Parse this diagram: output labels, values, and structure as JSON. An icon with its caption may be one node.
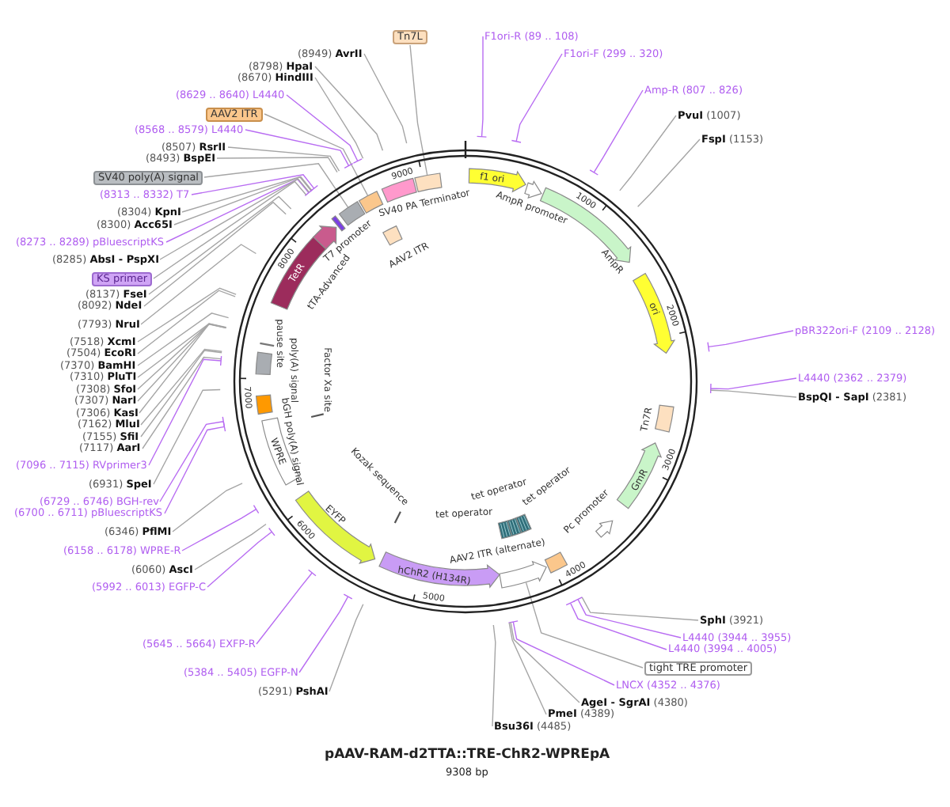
{
  "diagram": {
    "title": "pAAV-RAM-d2TTA::TRE-ChR2-WPREpA",
    "caption": "9308 bp",
    "nodes": [
      {
        "text": [
          "Tn7L"
        ]
      },
      {
        "text": [
          "(8949) **AvrII**"
        ]
      },
      {
        "text": [
          "(8798) **HpaI**"
        ]
      },
      {
        "text": [
          "(8670) **HindIII**"
        ]
      },
      {
        "text": [
          "(8629 .. 8640) L4440"
        ]
      },
      {
        "text": [
          "AAV2 ITR"
        ]
      },
      {
        "text": [
          "(8568 .. 8579) L4440"
        ]
      },
      {
        "text": [
          "(8507) **RsrII**"
        ]
      },
      {
        "text": [
          "(8493) **BspEI**"
        ]
      },
      {
        "text": [
          "SV40 poly(A) signal"
        ]
      },
      {
        "text": [
          "(8313 .. 8332) T7"
        ]
      },
      {
        "text": [
          "(8304) **KpnI**"
        ]
      },
      {
        "text": [
          "(8300) **Acc65I**"
        ]
      },
      {
        "text": [
          "(8273 .. 8289) pBluescriptKS"
        ]
      },
      {
        "text": [
          "(8285) **AbsI - PspXI**"
        ]
      },
      {
        "text": [
          "KS primer"
        ]
      },
      {
        "text": [
          "(8137) **FseI**"
        ]
      },
      {
        "text": [
          "(8092) **NdeI**"
        ]
      },
      {
        "text": [
          "(7793) **NruI**"
        ]
      },
      {
        "text": [
          "(7518) **XcmI**"
        ]
      },
      {
        "text": [
          "(7504) **EcoRI**"
        ]
      },
      {
        "text": [
          "(7370) **BamHI**"
        ]
      },
      {
        "text": [
          "(7310) **PluTI**"
        ]
      },
      {
        "text": [
          "(7308) **SfoI**"
        ]
      },
      {
        "text": [
          "(7307) **NarI**"
        ]
      },
      {
        "text": [
          "(7306) **KasI**"
        ]
      },
      {
        "text": [
          "(7162) **MluI**"
        ]
      },
      {
        "text": [
          "(7155) **SfiI**"
        ]
      },
      {
        "text": [
          "(7117) **AarI**"
        ]
      },
      {
        "text": [
          "(7096 .. 7115) RVprimer3"
        ]
      },
      {
        "text": [
          "(6931) **SpeI**"
        ]
      },
      {
        "text": [
          "(6729 .. 6746) BGH-rev"
        ]
      },
      {
        "text": [
          "(6700 .. 6711) pBluescriptKS"
        ]
      },
      {
        "text": [
          "(6346) **PflMI**"
        ]
      },
      {
        "text": [
          "(6158 .. 6178) WPRE-R"
        ]
      },
      {
        "text": [
          "(6060) **AscI**"
        ]
      },
      {
        "text": [
          "(5992 .. 6013) EGFP-C"
        ]
      },
      {
        "text": [
          "(5645 .. 5664) EXFP-R"
        ]
      },
      {
        "text": [
          "(5384 .. 5405) EGFP-N"
        ]
      },
      {
        "text": [
          "(5291) **PshAI**"
        ]
      },
      {
        "text": [
          "F1ori-R (89 .. 108)"
        ]
      },
      {
        "text": [
          "F1ori-F (299 .. 320)"
        ]
      },
      {
        "text": [
          "Amp-R (807 .. 826)"
        ]
      },
      {
        "text": [
          "**PvuI** (1007)"
        ]
      },
      {
        "text": [
          "**FspI** (1153)"
        ]
      },
      {
        "text": [
          "pBR322ori-F (2109 .. 2128)"
        ]
      },
      {
        "text": [
          "L4440 (2362 .. 2379)"
        ]
      },
      {
        "text": [
          "**BspQI - SapI** (2381)"
        ]
      },
      {
        "text": [
          "**SphI** (3921)"
        ]
      },
      {
        "text": [
          "L4440 (3944 .. 3955)"
        ]
      },
      {
        "text": [
          "L4440 (3994 .. 4005)"
        ]
      },
      {
        "text": [
          "tight TRE promoter"
        ]
      },
      {
        "text": [
          "LNCX (4352 .. 4376)"
        ]
      },
      {
        "text": [
          "**AgeI - SgrAI** (4380)"
        ]
      },
      {
        "text": [
          "**PmeI** (4389)"
        ]
      },
      {
        "text": [
          "**Bsu36I** (4485)"
        ]
      },
      {
        "text": [
          "f1 ori"
        ]
      },
      {
        "text": [
          "AmpR promoter"
        ]
      },
      {
        "text": [
          "AmpR"
        ]
      },
      {
        "text": [
          "ori"
        ]
      },
      {
        "text": [
          "Tn7R"
        ]
      },
      {
        "text": [
          "GmR"
        ]
      },
      {
        "text": [
          "Pc promoter"
        ]
      },
      {
        "text": [
          "AAV2 ITR (alternate)"
        ]
      },
      {
        "text": [],
        "shape": "arrow"
      },
      {
        "text": [
          "tet operator"
        ]
      },
      {
        "text": [
          "tet operator"
        ]
      },
      {
        "text": [
          "tet operator"
        ]
      },
      {
        "text": [
          "hChR2 (H134R)"
        ]
      },
      {
        "text": [
          "Kozak sequence"
        ]
      },
      {
        "text": [
          "EYFP"
        ]
      },
      {
        "text": [
          "WPRE"
        ]
      },
      {
        "text": [
          "bGH poly(A) signal"
        ]
      },
      {
        "text": [
          "Factor Xa site"
        ]
      },
      {
        "text": [
          "poly(A) signal"
        ]
      },
      {
        "text": [
          "pause site"
        ]
      },
      {
        "text": [
          "TetR"
        ]
      },
      {
        "text": [
          "tTA-Advanced"
        ]
      },
      {
        "text": [
          "T7 promoter"
        ]
      },
      {
        "text": [],
        "shape": "box"
      },
      {
        "text": [],
        "shape": "box"
      },
      {
        "text": [
          "AAV2 ITR"
        ]
      },
      {
        "text": [
          "SV40 PA Terminator"
        ]
      },
      {
        "text": [],
        "shape": "box"
      }
    ],
    "edges": [
      {
        "from": 0,
        "to": 83,
        "arrow": "none"
      },
      {
        "from": 1,
        "to": null,
        "arrow": "none"
      },
      {
        "from": 2,
        "to": null,
        "arrow": "none"
      },
      {
        "from": 3,
        "to": null,
        "arrow": "none"
      },
      {
        "from": 4,
        "to": null,
        "arrow": "none",
        "color": "#b86cf2"
      },
      {
        "from": 5,
        "to": 80,
        "arrow": "none"
      },
      {
        "from": 6,
        "to": null,
        "arrow": "none",
        "color": "#b86cf2"
      },
      {
        "from": 7,
        "to": null,
        "arrow": "none"
      },
      {
        "from": 8,
        "to": null,
        "arrow": "none"
      },
      {
        "from": 9,
        "to": 79,
        "arrow": "none"
      },
      {
        "from": 10,
        "to": null,
        "arrow": "none",
        "color": "#b86cf2"
      },
      {
        "from": 11,
        "to": null,
        "arrow": "none"
      },
      {
        "from": 12,
        "to": null,
        "arrow": "none"
      },
      {
        "from": 13,
        "to": null,
        "arrow": "none",
        "color": "#b86cf2"
      },
      {
        "from": 14,
        "to": null,
        "arrow": "none"
      },
      {
        "from": 15,
        "to": null,
        "arrow": "none"
      },
      {
        "from": 16,
        "to": null,
        "arrow": "none"
      },
      {
        "from": 17,
        "to": null,
        "arrow": "none"
      },
      {
        "from": 18,
        "to": null,
        "arrow": "none"
      },
      {
        "from": 19,
        "to": null,
        "arrow": "none"
      },
      {
        "from": 20,
        "to": null,
        "arrow": "none"
      },
      {
        "from": 21,
        "to": null,
        "arrow": "none"
      },
      {
        "from": 22,
        "to": null,
        "arrow": "none"
      },
      {
        "from": 23,
        "to": null,
        "arrow": "none"
      },
      {
        "from": 24,
        "to": null,
        "arrow": "none"
      },
      {
        "from": 25,
        "to": null,
        "arrow": "none"
      },
      {
        "from": 26,
        "to": null,
        "arrow": "none"
      },
      {
        "from": 27,
        "to": null,
        "arrow": "none"
      },
      {
        "from": 28,
        "to": null,
        "arrow": "none"
      },
      {
        "from": 29,
        "to": null,
        "arrow": "none",
        "color": "#b86cf2"
      },
      {
        "from": 30,
        "to": null,
        "arrow": "none"
      },
      {
        "from": 31,
        "to": null,
        "arrow": "none",
        "color": "#b86cf2"
      },
      {
        "from": 32,
        "to": null,
        "arrow": "none",
        "color": "#b86cf2"
      },
      {
        "from": 33,
        "to": null,
        "arrow": "none"
      },
      {
        "from": 34,
        "to": null,
        "arrow": "none",
        "color": "#b86cf2"
      },
      {
        "from": 35,
        "to": null,
        "arrow": "none"
      },
      {
        "from": 36,
        "to": null,
        "arrow": "none",
        "color": "#b86cf2"
      },
      {
        "from": 37,
        "to": null,
        "arrow": "none",
        "color": "#b86cf2"
      },
      {
        "from": 38,
        "to": null,
        "arrow": "none",
        "color": "#b86cf2"
      },
      {
        "from": 39,
        "to": null,
        "arrow": "none"
      },
      {
        "from": 40,
        "to": null,
        "arrow": "none",
        "color": "#b86cf2"
      },
      {
        "from": 41,
        "to": null,
        "arrow": "none",
        "color": "#b86cf2"
      },
      {
        "from": 42,
        "to": null,
        "arrow": "none",
        "color": "#b86cf2"
      },
      {
        "from": 43,
        "to": null,
        "arrow": "none"
      },
      {
        "from": 44,
        "to": null,
        "arrow": "none"
      },
      {
        "from": 45,
        "to": null,
        "arrow": "none",
        "color": "#b86cf2"
      },
      {
        "from": 46,
        "to": null,
        "arrow": "none",
        "color": "#b86cf2"
      },
      {
        "from": 47,
        "to": null,
        "arrow": "none"
      },
      {
        "from": 48,
        "to": null,
        "arrow": "none"
      },
      {
        "from": 49,
        "to": null,
        "arrow": "none",
        "color": "#b86cf2"
      },
      {
        "from": 50,
        "to": null,
        "arrow": "none",
        "color": "#b86cf2"
      },
      {
        "from": 51,
        "to": 64,
        "arrow": "none"
      },
      {
        "from": 52,
        "to": null,
        "arrow": "none",
        "color": "#b86cf2"
      },
      {
        "from": 53,
        "to": null,
        "arrow": "none"
      },
      {
        "from": 54,
        "to": null,
        "arrow": "none"
      },
      {
        "from": 55,
        "to": null,
        "arrow": "none"
      }
    ],
    "labels": [
      "1000",
      "2000",
      "3000",
      "4000",
      "5000",
      "6000",
      "7000",
      "8000",
      "9000"
    ]
  }
}
